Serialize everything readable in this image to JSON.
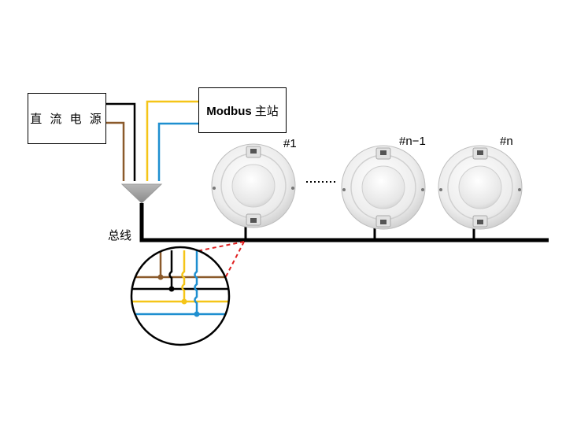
{
  "power_supply": {
    "label": "直 流 电 源"
  },
  "master": {
    "label": "Modbus",
    "label_zh": "主站"
  },
  "bus": {
    "label": "总线"
  },
  "devices": [
    {
      "label": "#1"
    },
    {
      "label": "#n−1"
    },
    {
      "label": "#n"
    }
  ],
  "colors": {
    "brown": "#8B5A2B",
    "black": "#000000",
    "yellow": "#F5C518",
    "blue": "#1E8FD0",
    "callout": "#E02020"
  },
  "icons": [
    "smoke-detector-icon",
    "wire-junction-icon"
  ]
}
